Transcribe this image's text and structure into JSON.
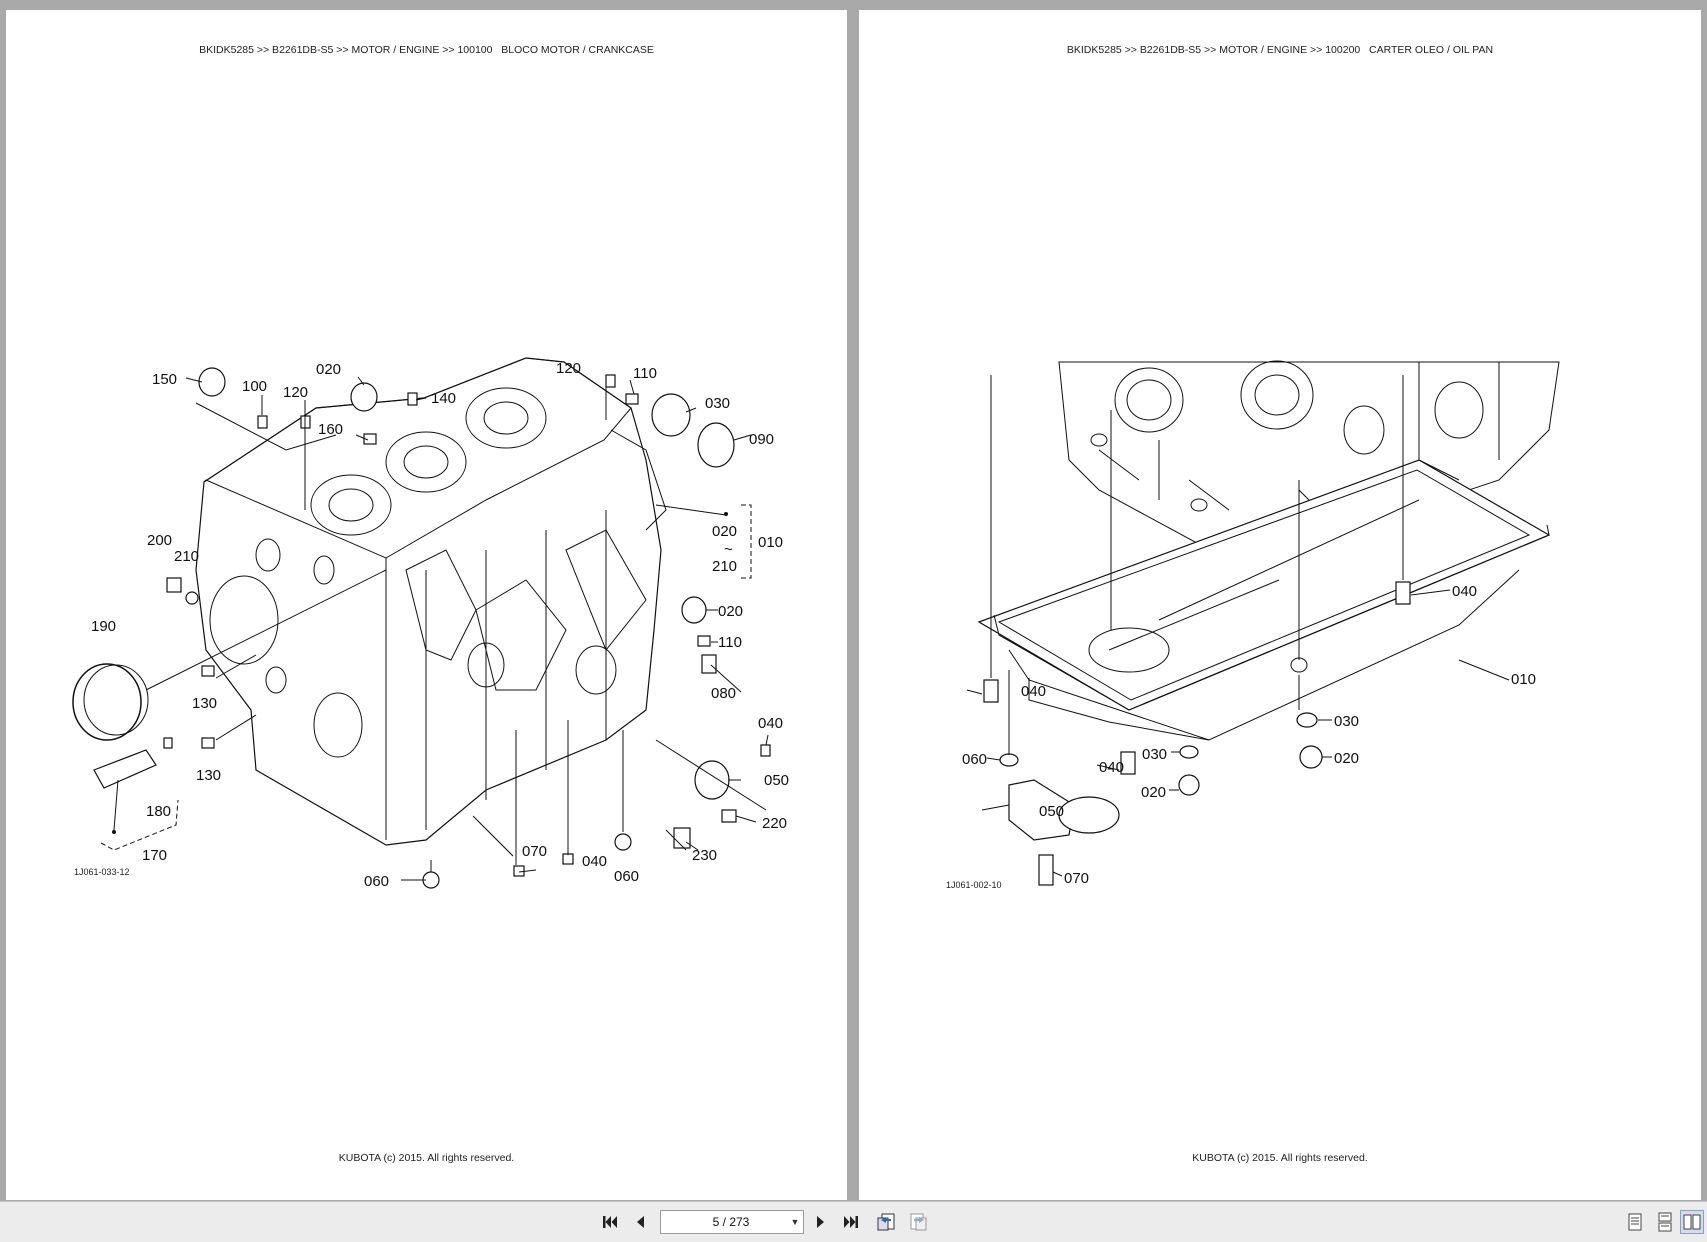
{
  "left_page": {
    "header": "BKIDK5285 >> B2261DB-S5 >> MOTOR / ENGINE >> 100100   BLOCO MOTOR / CRANKCASE",
    "footer": "KUBOTA (c) 2015. All rights reserved.",
    "figure_code": "1J061-033-12",
    "callouts": [
      "150",
      "100",
      "020",
      "120",
      "140",
      "120",
      "110",
      "030",
      "160",
      "090",
      "020",
      "~",
      "210",
      "010",
      "200",
      "210",
      "190",
      "020",
      "110",
      "130",
      "080",
      "040",
      "130",
      "050",
      "180",
      "220",
      "170",
      "070",
      "040",
      "060",
      "230",
      "060"
    ]
  },
  "right_page": {
    "header": "BKIDK5285 >> B2261DB-S5 >> MOTOR / ENGINE >> 100200   CARTER OLEO / OIL PAN",
    "footer": "KUBOTA (c) 2015. All rights reserved.",
    "figure_code": "1J061-002-10",
    "callouts": [
      "040",
      "040",
      "010",
      "060",
      "030",
      "040",
      "030",
      "020",
      "050",
      "020",
      "070"
    ]
  },
  "toolbar": {
    "page_indicator": "5 / 273",
    "icons": [
      "first-page-icon",
      "prev-page-icon",
      "next-page-icon",
      "last-page-icon",
      "go-back-icon",
      "go-forward-icon",
      "single-page-view-icon",
      "continuous-view-icon",
      "two-page-view-icon"
    ]
  }
}
